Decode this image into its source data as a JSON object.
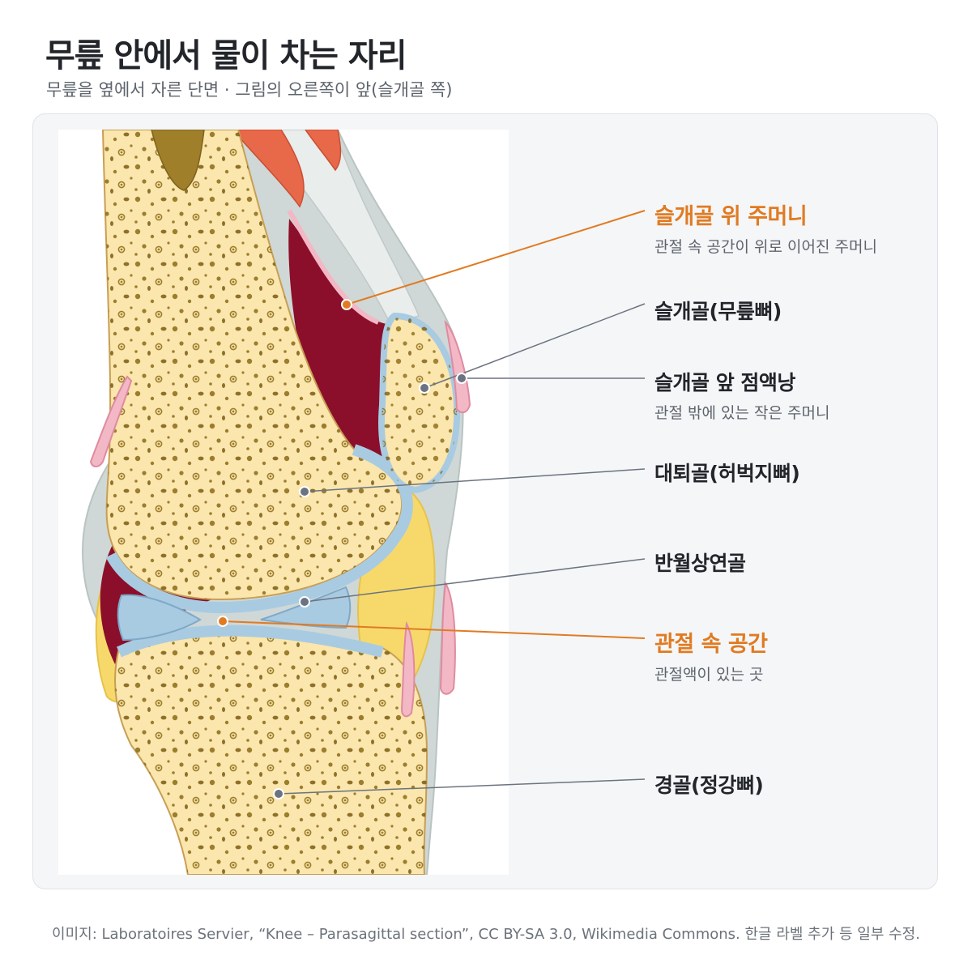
{
  "title": "무릎 안에서 물이 차는 자리",
  "subtitle": "무릎을 옆에서 자른 단면 · 그림의 오른쪽이 앞(슬개골 쪽)",
  "labels": [
    {
      "name": "suprapatellar-pouch",
      "text": "슬개골 위 주머니",
      "sub": "관절 속 공간이 위로 이어진 주머니",
      "highlight": true
    },
    {
      "name": "patella",
      "text": "슬개골(무릎뼈)",
      "sub": "",
      "highlight": false
    },
    {
      "name": "prepatellar-bursa",
      "text": "슬개골 앞 점액낭",
      "sub": "관절 밖에 있는 작은 주머니",
      "highlight": false
    },
    {
      "name": "femur",
      "text": "대퇴골(허벅지뼈)",
      "sub": "",
      "highlight": false
    },
    {
      "name": "meniscus",
      "text": "반월상연골",
      "sub": "",
      "highlight": false
    },
    {
      "name": "joint-space",
      "text": "관절 속 공간",
      "sub": "관절액이 있는 곳",
      "highlight": true
    },
    {
      "name": "tibia",
      "text": "경골(정강뼈)",
      "sub": "",
      "highlight": false
    }
  ],
  "colors": {
    "highlight": "#e07b22",
    "leader": "#6b7380",
    "bone": "#fbe6ad",
    "synovial": "#8b0f2a",
    "cartilage": "#a9cbe2",
    "bursa": "#f2b8c6",
    "fat": "#f7d96b"
  },
  "credit": "이미지: Laboratoires Servier, “Knee – Parasagittal section”, CC BY-SA 3.0, Wikimedia Commons. 한글 라벨 추가 등 일부 수정."
}
